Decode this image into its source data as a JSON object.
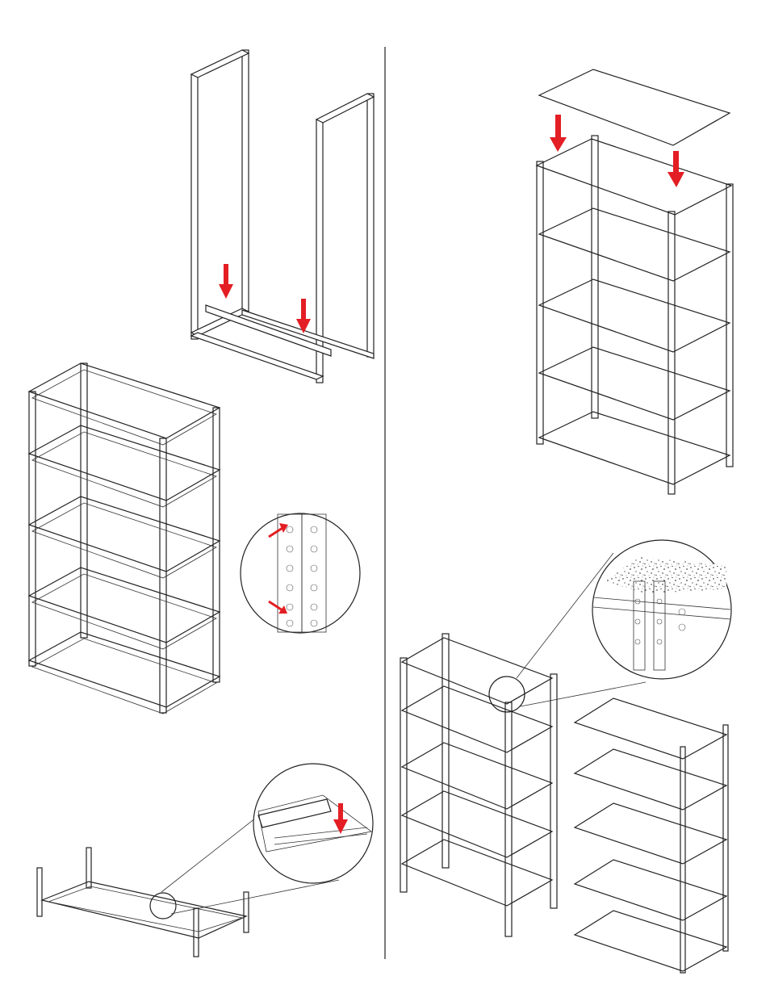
{
  "colors": {
    "arrow": "#e31e24",
    "line": "#222222",
    "speckle": "#111111",
    "background": "#ffffff"
  },
  "figures": [
    {
      "name": "step-frames-and-bottom-beams",
      "arrows": 2
    },
    {
      "name": "step-open-frame-with-beams",
      "arrows": 0
    },
    {
      "name": "detail-keyhole-slots",
      "arrows": 2
    },
    {
      "name": "step-beam-seating-detail",
      "arrows": 1
    },
    {
      "name": "step-insert-top-panel",
      "arrows": 2
    },
    {
      "name": "step-finished-shelving-unit",
      "arrows": 0
    }
  ]
}
